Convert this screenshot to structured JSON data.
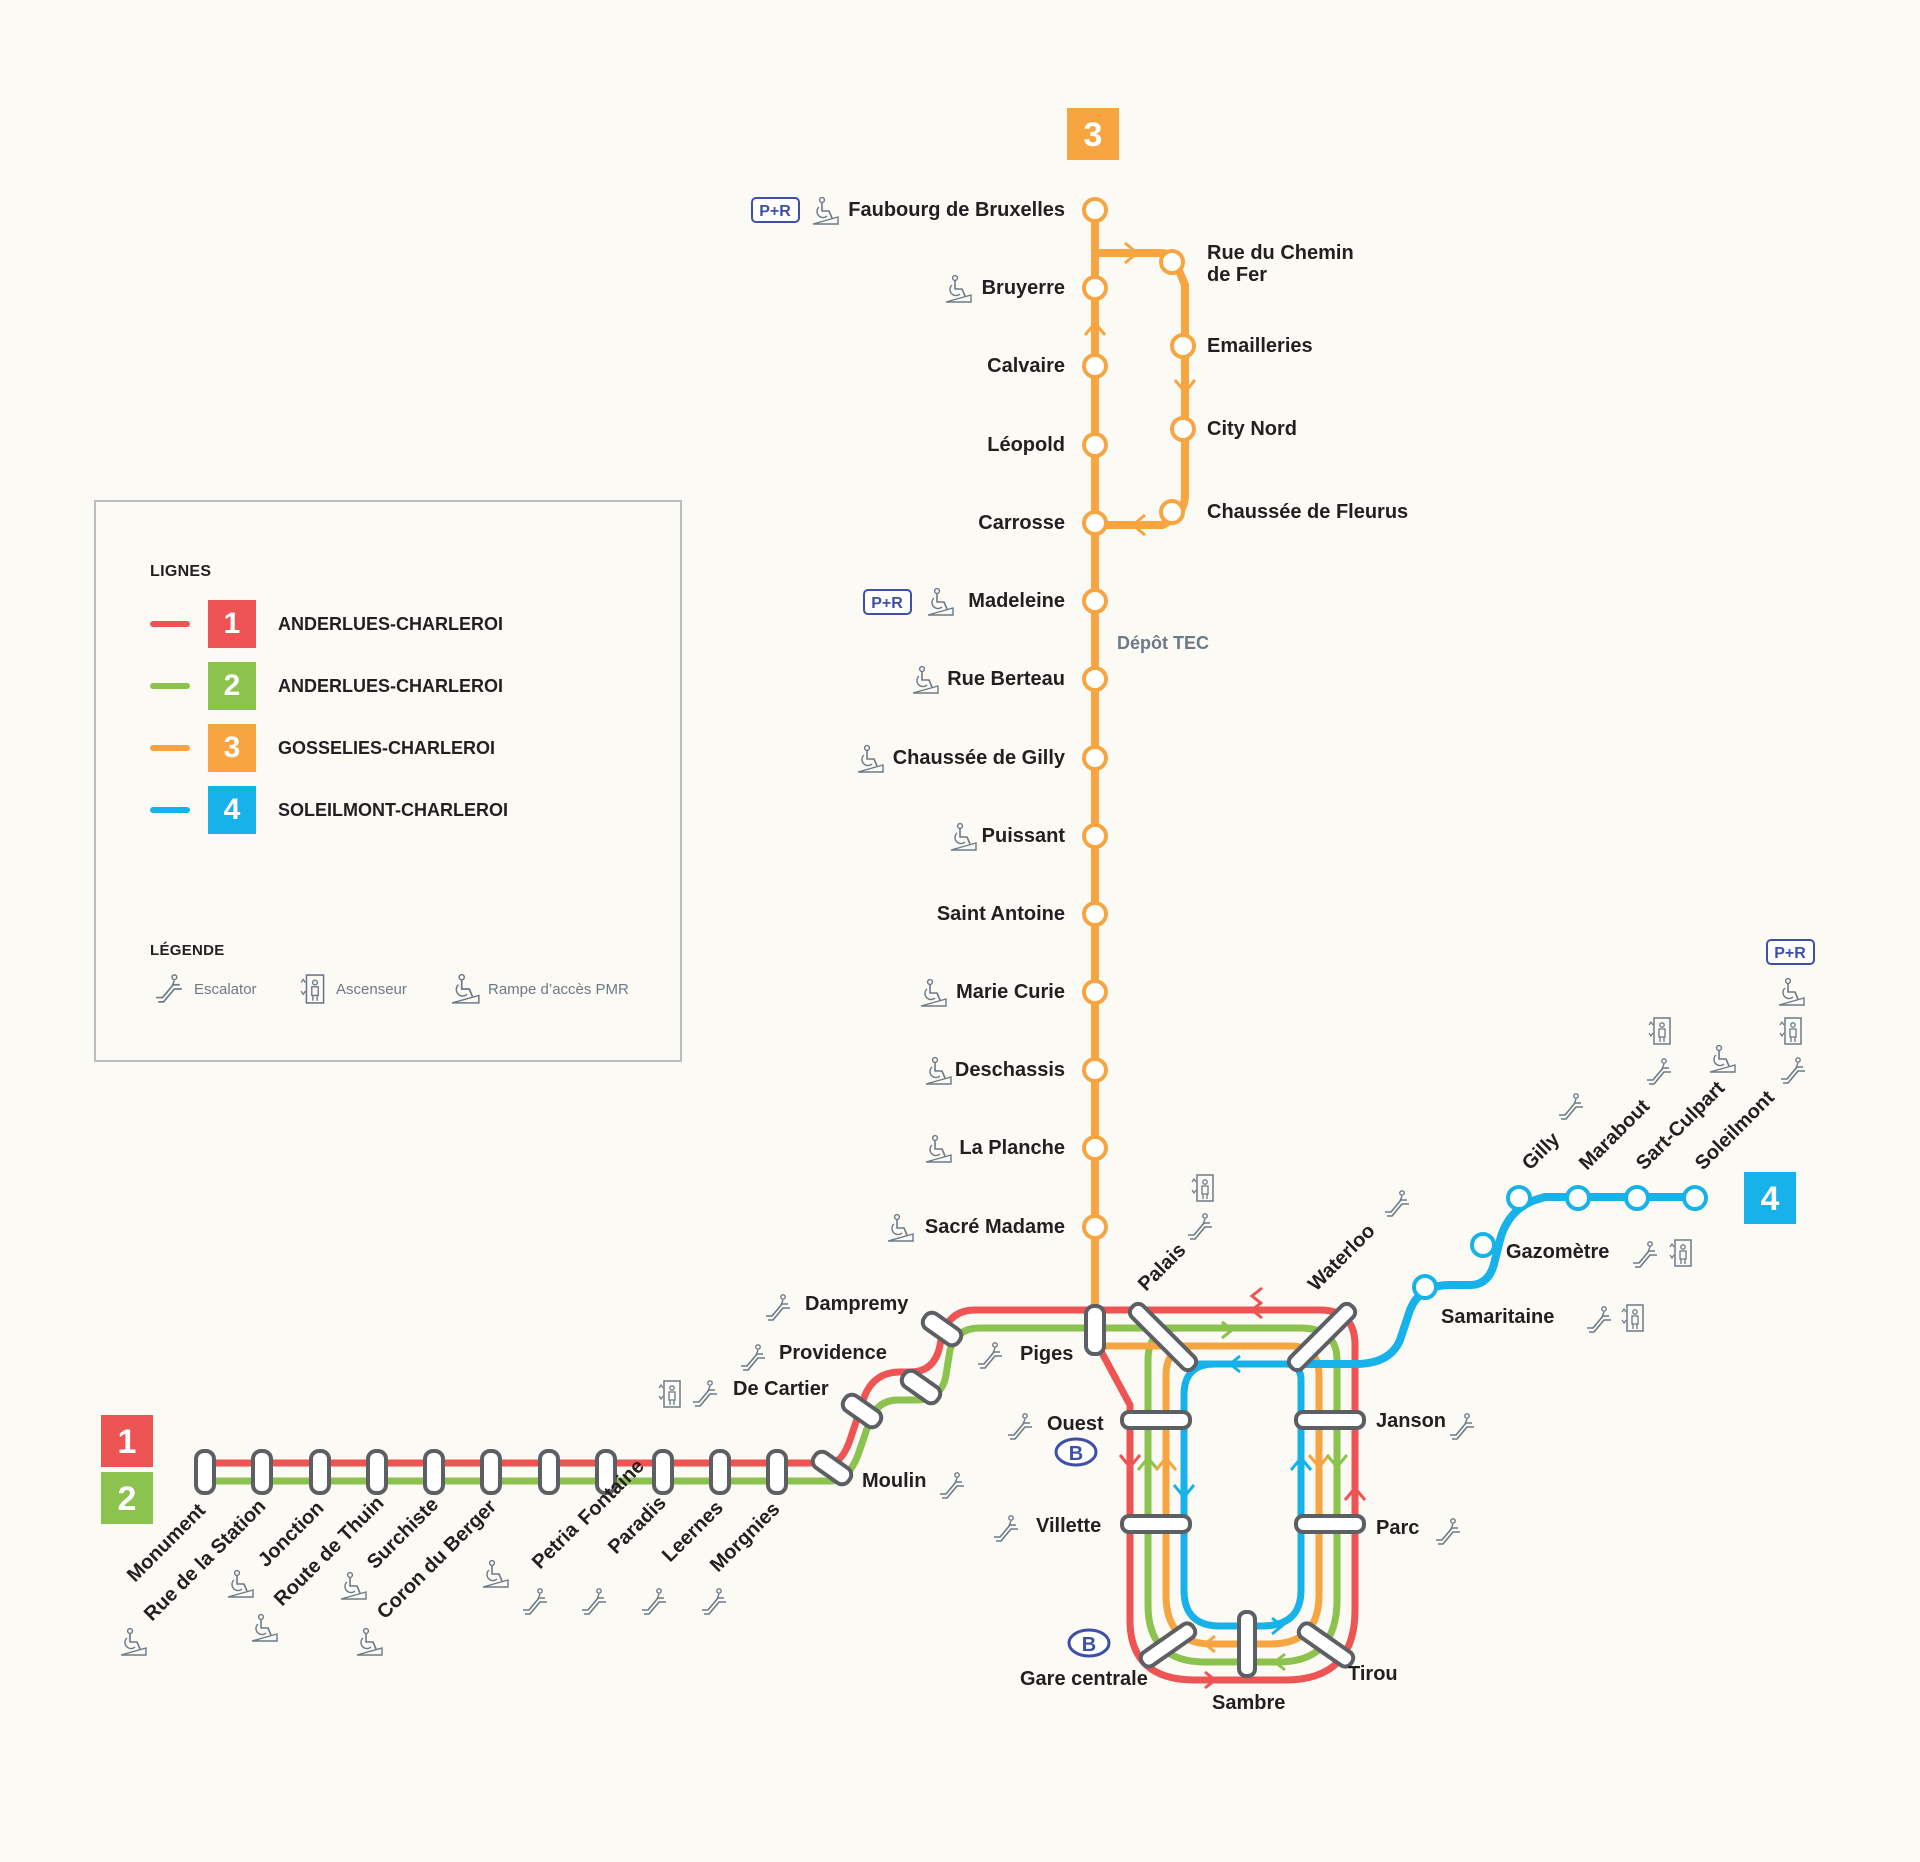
{
  "colors": {
    "line1": "#ee5454",
    "line2": "#8cc34f",
    "line3": "#f7a541",
    "line4": "#17b2ea",
    "pr": "#3e4fa8",
    "grey": "#6c7a86"
  },
  "line_badges": {
    "l1": "1",
    "l2": "2",
    "l3": "3",
    "l4": "4"
  },
  "legend": {
    "lines_title": "LIGNES",
    "lines": [
      {
        "number": "1",
        "name": "ANDERLUES-CHARLEROI"
      },
      {
        "number": "2",
        "name": "ANDERLUES-CHARLEROI"
      },
      {
        "number": "3",
        "name": "GOSSELIES-CHARLEROI"
      },
      {
        "number": "4",
        "name": "SOLEILMONT-CHARLEROI"
      }
    ],
    "key_title": "LÉGENDE",
    "key": [
      {
        "icon": "escalator-icon",
        "label": "Escalator"
      },
      {
        "icon": "elevator-icon",
        "label": "Ascenseur"
      },
      {
        "icon": "wheelchair-ramp-icon",
        "label": "Rampe d’accès PMR"
      }
    ]
  },
  "park_ride": "P+R",
  "depot_label": "Dépôt TEC",
  "stations": {
    "line3": [
      "Faubourg de Bruxelles",
      "Bruyerre",
      "Calvaire",
      "Léopold",
      "Carrosse",
      "Madeleine",
      "Rue Berteau",
      "Chaussée de Gilly",
      "Puissant",
      "Saint Antoine",
      "Marie Curie",
      "Deschassis",
      "La Planche",
      "Sacré Madame"
    ],
    "line3_loop": [
      "Rue du Chemin",
      "de Fer",
      "Emailleries",
      "City Nord",
      "Chaussée de Fleurus"
    ],
    "west": [
      "Monument",
      "Rue de la Station",
      "Jonction",
      "Route de Thuin",
      "Surchiste",
      "Coron du Berger",
      "Petria",
      "Fontaine",
      "Paradis",
      "Leernes",
      "Morgnies"
    ],
    "west_branch": [
      "Moulin",
      "De Cartier",
      "Providence",
      "Dampremy"
    ],
    "loop": [
      "Piges",
      "Palais",
      "Waterloo",
      "Janson",
      "Parc",
      "Tirou",
      "Sambre",
      "Gare centrale",
      "Villette",
      "Ouest"
    ],
    "line4": [
      "Samaritaine",
      "Gazomètre",
      "Gilly",
      "Marabout",
      "Sart-Culpart",
      "Soleilmont"
    ]
  },
  "rail_icon_letter": "B"
}
